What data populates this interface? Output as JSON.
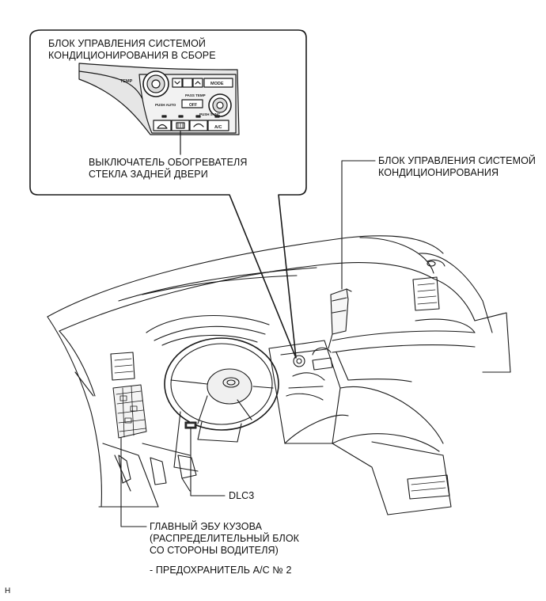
{
  "callouts": {
    "control_assembly": [
      "БЛОК УПРАВЛЕНИЯ СИСТЕМОЙ",
      "КОНДИЦИОНИРОВАНИЯ В СБОРЕ"
    ],
    "rear_defogger_switch": [
      "ВЫКЛЮЧАТЕЛЬ ОБОГРЕВАТЕЛЯ",
      "СТЕКЛА ЗАДНЕЙ ДВЕРИ"
    ],
    "ac_amplifier": [
      "БЛОК УПРАВЛЕНИЯ СИСТЕМОЙ",
      "КОНДИЦИОНИРОВАНИЯ"
    ],
    "dlc3": "DLC3",
    "main_body_ecu": [
      "ГЛАВНЫЙ ЭБУ КУЗОВА",
      "(РАСПРЕДЕЛИТЕЛЬНЫЙ БЛОК",
      "СО СТОРОНЫ ВОДИТЕЛЯ)"
    ],
    "fuse": "- ПРЕДОХРАНИТЕЛЬ А/С № 2"
  },
  "panel_labels": {
    "temp": "TEMP",
    "mode": "MODE",
    "pass_temp": "PASS TEMP",
    "push_auto": "PUSH AUTO",
    "off": "OFF",
    "push_sync": "PUSH SYNC",
    "ac": "A/C"
  },
  "corner_mark": "H"
}
